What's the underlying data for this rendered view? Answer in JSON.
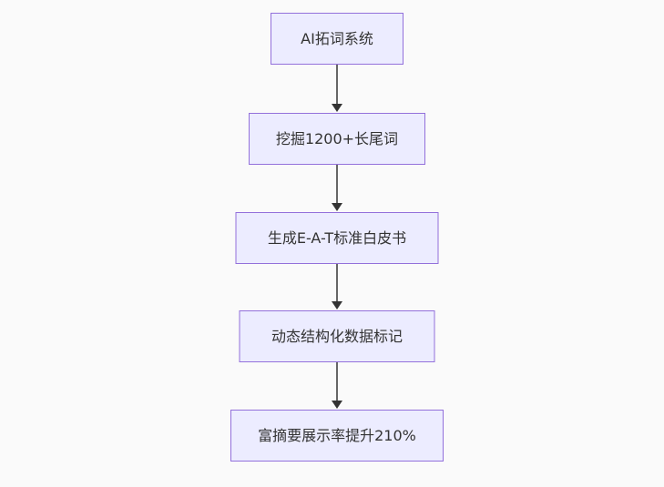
{
  "flowchart": {
    "type": "flowchart-top-down",
    "nodes": [
      {
        "id": "node-1",
        "label": "AI拓词系统"
      },
      {
        "id": "node-2",
        "label": "挖掘1200+长尾词"
      },
      {
        "id": "node-3",
        "label": "生成E-A-T标准白皮书"
      },
      {
        "id": "node-4",
        "label": "动态结构化数据标记"
      },
      {
        "id": "node-5",
        "label": "富摘要展示率提升210%"
      }
    ],
    "edges": [
      {
        "from": "node-1",
        "to": "node-2",
        "arrow": "down"
      },
      {
        "from": "node-2",
        "to": "node-3",
        "arrow": "down"
      },
      {
        "from": "node-3",
        "to": "node-4",
        "arrow": "down"
      },
      {
        "from": "node-4",
        "to": "node-5",
        "arrow": "down"
      }
    ],
    "colors": {
      "node_fill": "#ECECFF",
      "node_border": "#9370DB",
      "edge_line": "#666666",
      "arrowhead": "#333333",
      "text": "#333333",
      "background": "#FAFAFA"
    }
  }
}
